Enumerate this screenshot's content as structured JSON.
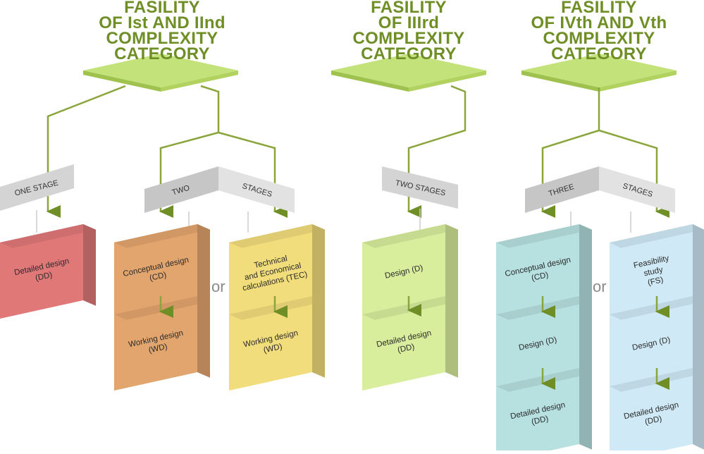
{
  "colors": {
    "title": "#6f8f26",
    "connector": "#8aa53c",
    "banner": "#d4d4d4",
    "red": "#e07878",
    "orange": "#e3a56e",
    "yellow": "#f2dd7c",
    "green": "#d8ee9c",
    "teal": "#b7e0e0",
    "blue": "#cfeaf6"
  },
  "categories": [
    {
      "title_lines": [
        "FASILITY",
        "OF Ist AND IInd",
        "COMPLEXITY",
        "CATEGORY"
      ]
    },
    {
      "title_lines": [
        "FASILITY",
        "OF IIIrd",
        "COMPLEXITY",
        "CATEGORY"
      ]
    },
    {
      "title_lines": [
        "FASILITY",
        "OF IVth AND Vth",
        "COMPLEXITY",
        "CATEGORY"
      ]
    }
  ],
  "banners": {
    "one_stage": "ONE STAGE",
    "two_left": "TWO",
    "two_right": "STAGES",
    "two_stages": "TWO STAGES",
    "three_left": "THREE",
    "three_right": "STAGES"
  },
  "boxes": {
    "dd_one_stage": [
      "Detailed design",
      "(DD)"
    ],
    "cd_two": [
      "Conceptual design",
      "(CD)"
    ],
    "wd_two_a": [
      "Working design",
      "(WD)"
    ],
    "tec_two": [
      "Technical",
      "and Economical",
      "calculations (TEC)"
    ],
    "wd_two_b": [
      "Working design",
      "(WD)"
    ],
    "d_mid": [
      "Design (D)"
    ],
    "dd_mid": [
      "Detailed design",
      "(DD)"
    ],
    "cd_three": [
      "Conceptual design",
      "(CD)"
    ],
    "d_three_a": [
      "Design (D)"
    ],
    "dd_three_a": [
      "Detailed design",
      "(DD)"
    ],
    "fs_three": [
      "Feasibility",
      "study",
      "(FS)"
    ],
    "d_three_b": [
      "Design (D)"
    ],
    "dd_three_b": [
      "Detailed design",
      "(DD)"
    ]
  },
  "or_label": "or"
}
